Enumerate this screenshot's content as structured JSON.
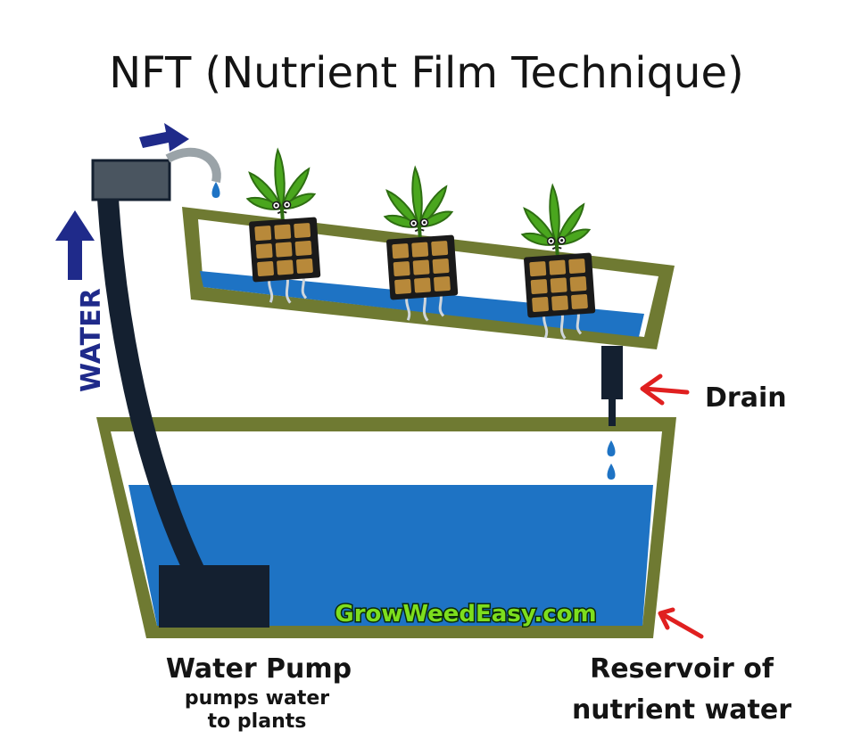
{
  "title": "NFT (Nutrient Film Technique)",
  "labels": {
    "water": "WATER",
    "drain": "Drain",
    "pump_title": "Water Pump",
    "pump_desc_line1": "pumps water",
    "pump_desc_line2": "to plants",
    "reservoir_line1": "Reservoir of",
    "reservoir_line2": "nutrient water",
    "brand": "GrowWeedEasy.com"
  },
  "colors": {
    "water": "#1e73c4",
    "frame": "#6f7a32",
    "tube": "#142030",
    "arrow_blue": "#1f2a8a",
    "arrow_red": "#e02020",
    "rockwool": "#b8893a",
    "leaf": "#4aa61e"
  },
  "icons": {
    "plant": "cannabis-plant-icon",
    "drop": "water-drop-icon"
  }
}
